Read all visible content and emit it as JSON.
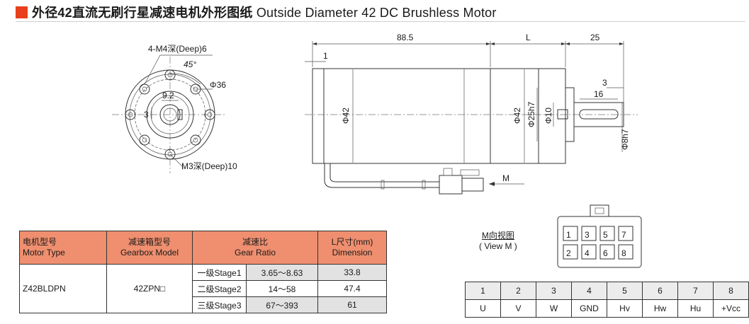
{
  "header": {
    "title_cn": "外径42直流无刷行星减速电机外形图纸",
    "title_en": "Outside Diameter 42 DC Brushless Motor",
    "accent_color": "#e8401c"
  },
  "front_view": {
    "label_tapped_holes": "4-M4深(Deep)6",
    "label_angle": "45°",
    "label_pcd": "Φ36",
    "label_center": "9.2",
    "label_side": "3",
    "label_bottom_holes": "M3深(Deep)10"
  },
  "side_view": {
    "dim_total_length": "88.5",
    "dim_gear_length": "L",
    "dim_shaft_length": "25",
    "dim_flange": "1",
    "dim_diameter_body": "Φ42",
    "dim_diameter_gear": "Φ42",
    "dim_spigot": "Φ25h7",
    "dim_shaft_base": "Φ10",
    "dim_key_offset": "3",
    "dim_key_length": "16",
    "dim_shaft": "Φ8h7",
    "connector_label": "M"
  },
  "spec_table": {
    "headers": [
      {
        "cn": "电机型号",
        "en": "Motor Type"
      },
      {
        "cn": "减速箱型号",
        "en": "Gearbox Model"
      },
      {
        "cn": "减速比",
        "en": "Gear Ratio"
      },
      {
        "cn": "L尺寸(mm)",
        "en": "Dimension"
      }
    ],
    "motor_type": "Z42BLDPN",
    "gearbox_model": "42ZPN□",
    "rows": [
      {
        "stage": "一级Stage1",
        "ratio": "3.65～8.63",
        "dimension": "33.8"
      },
      {
        "stage": "二级Stage2",
        "ratio": "14～58",
        "dimension": "47.4"
      },
      {
        "stage": "三级Stage3",
        "ratio": "67～393",
        "dimension": "61"
      }
    ]
  },
  "connector_view": {
    "label_cn": "M向视图",
    "label_en": "( View M )",
    "pins_top": [
      "1",
      "3",
      "5",
      "7"
    ],
    "pins_bottom": [
      "2",
      "4",
      "6",
      "8"
    ]
  },
  "pin_table": {
    "numbers": [
      "1",
      "2",
      "3",
      "4",
      "5",
      "6",
      "7",
      "8"
    ],
    "signals": [
      "U",
      "V",
      "W",
      "GND",
      "Hv",
      "Hw",
      "Hu",
      "+Vcc"
    ]
  }
}
